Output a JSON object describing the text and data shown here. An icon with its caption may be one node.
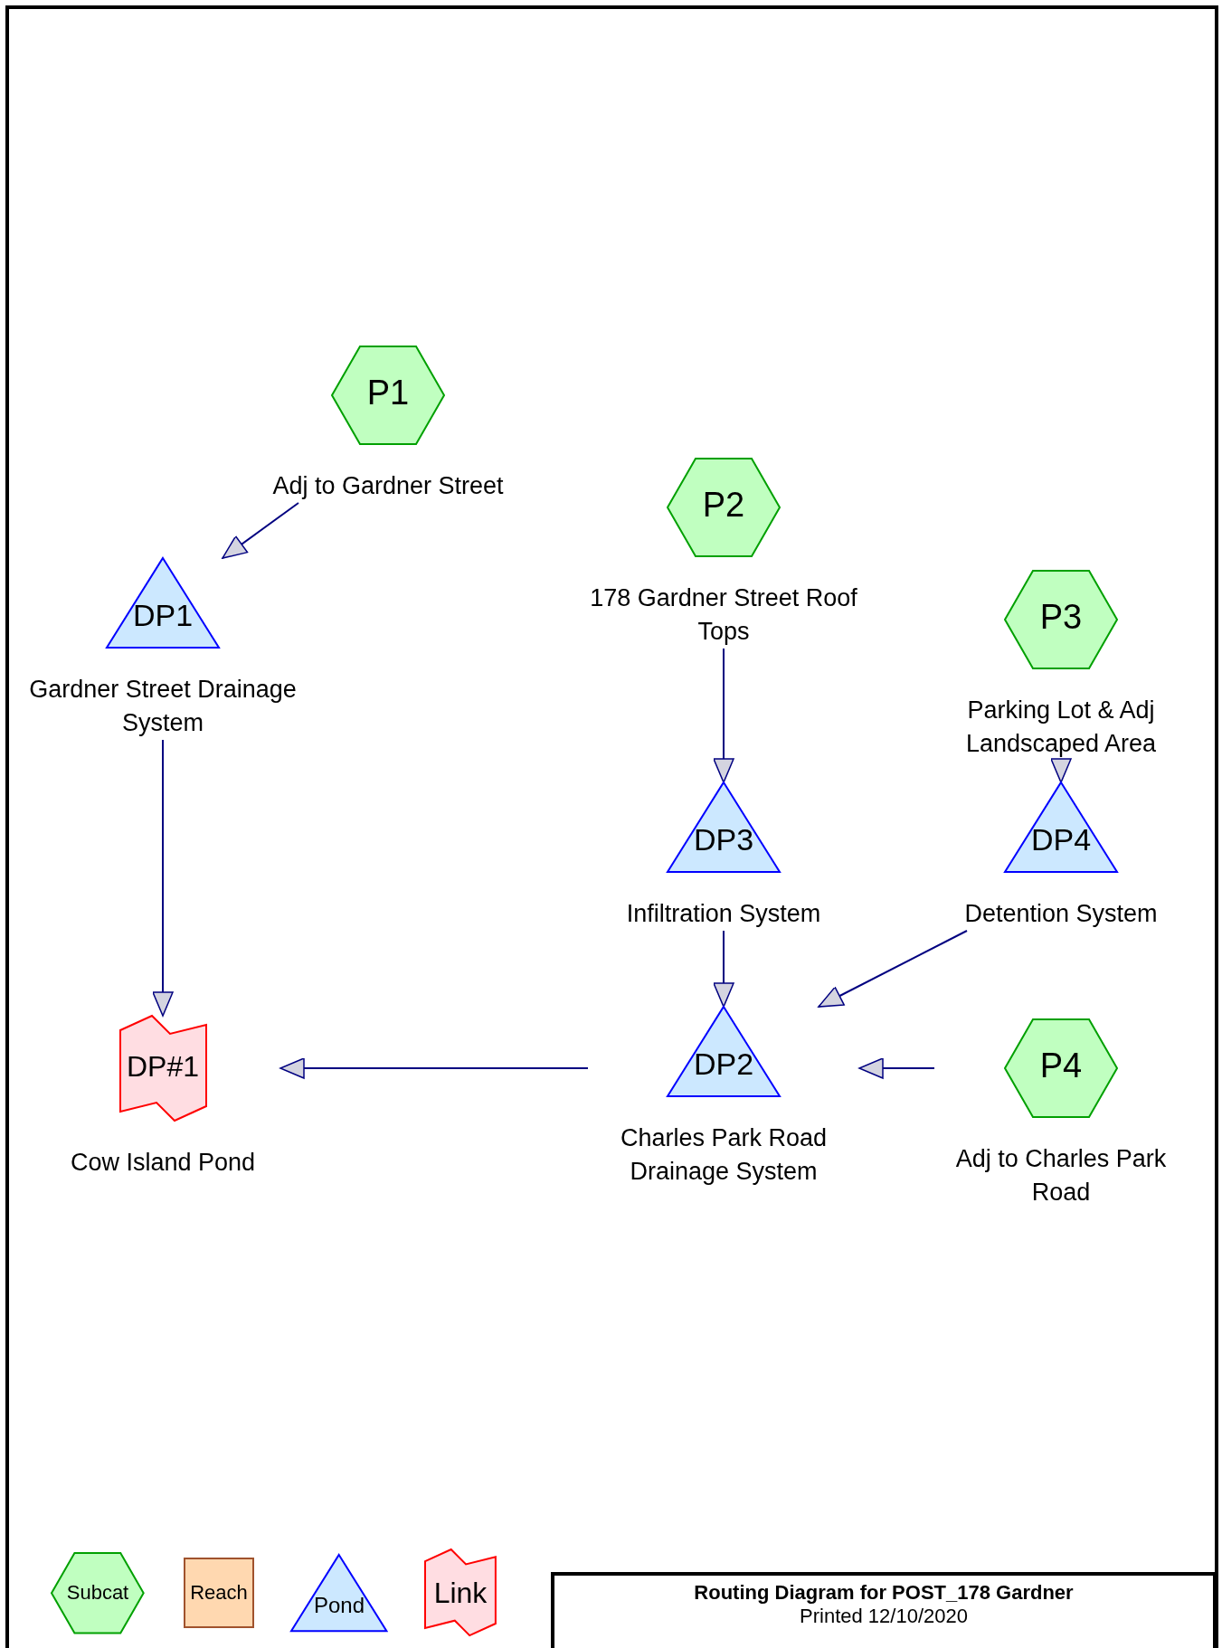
{
  "diagram": {
    "title": "Routing Diagram for POST_178 Gardner",
    "nodes": [
      {
        "text": [
          "P1",
          "Adj to Gardner Street"
        ]
      },
      {
        "text": [
          "P2",
          "178 Gardner Street Roof Tops"
        ]
      },
      {
        "text": [
          "DP1",
          "Gardner Street Drainage System"
        ]
      },
      {
        "text": [
          "P3",
          "Parking Lot & Adj Landscaped Area"
        ]
      },
      {
        "text": [
          "DP3",
          "Infiltration System"
        ]
      },
      {
        "text": [
          "DP4",
          "Detention System"
        ]
      },
      {
        "text": [
          "DP#1",
          "Cow Island Pond"
        ]
      },
      {
        "text": [
          "DP2",
          "Charles Park Road Drainage System"
        ]
      },
      {
        "text": [
          "P4",
          "Adj to Charles Park Road"
        ]
      }
    ],
    "edges": [
      {
        "from": 0,
        "to": 2,
        "arrow": "to"
      },
      {
        "from": 1,
        "to": 4,
        "arrow": "to"
      },
      {
        "from": 3,
        "to": 5,
        "arrow": "to"
      },
      {
        "from": 2,
        "to": 6,
        "arrow": "to"
      },
      {
        "from": 4,
        "to": 7,
        "arrow": "to"
      },
      {
        "from": 5,
        "to": 7,
        "arrow": "to"
      },
      {
        "from": 8,
        "to": 7,
        "arrow": "to"
      },
      {
        "from": 7,
        "to": 6,
        "arrow": "to"
      }
    ],
    "labels": [
      "Printed 12/10/2020"
    ],
    "legend": [
      {
        "text": "Subcat"
      },
      {
        "text": "Reach"
      },
      {
        "text": "Pond"
      },
      {
        "text": "Link"
      }
    ]
  }
}
